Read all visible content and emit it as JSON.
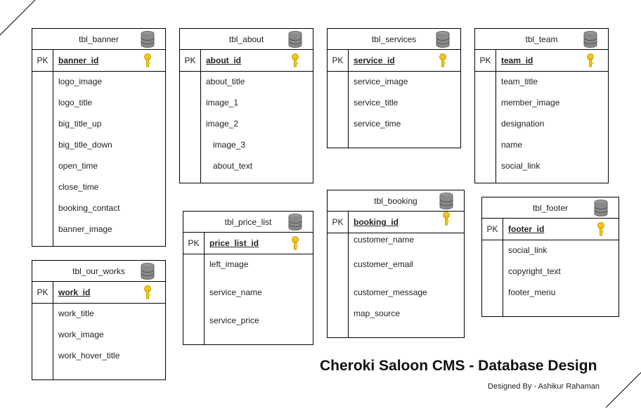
{
  "diagram": {
    "title": "Cheroki Saloon CMS - Database Design",
    "subtitle": "Designed By - Ashikur Rahaman",
    "pk_label": "PK",
    "tables": {
      "banner": {
        "name": "tbl_banner",
        "pk": "banner_id",
        "fields": [
          "logo_image",
          "logo_title",
          "big_title_up",
          "big_title_down",
          "open_time",
          "close_time",
          "booking_contact",
          "banner_image"
        ]
      },
      "about": {
        "name": "tbl_about",
        "pk": "about_id",
        "fields": [
          "about_title",
          "image_1",
          "image_2",
          "image_3",
          "about_text"
        ]
      },
      "services": {
        "name": "tbl_services",
        "pk": "service_id",
        "fields": [
          "service_image",
          "service_title",
          "service_time"
        ]
      },
      "team": {
        "name": "tbl_team",
        "pk": "team_id",
        "fields": [
          "team_title",
          "member_image",
          "designation",
          "name",
          "social_link"
        ]
      },
      "our_works": {
        "name": "tbl_our_works",
        "pk": "work_id",
        "fields": [
          "work_title",
          "work_image",
          "work_hover_title"
        ]
      },
      "price_list": {
        "name": "tbl_price_list",
        "pk": "price_list_id",
        "fields": [
          "left_image",
          "service_name",
          "service_price"
        ]
      },
      "booking": {
        "name": "tbl_booking",
        "pk": "booking_id",
        "fields": [
          "customer_name",
          "customer_email",
          "customer_message",
          "map_source"
        ]
      },
      "footer": {
        "name": "tbl_footer",
        "pk": "footer_id",
        "fields": [
          "social_link",
          "copyright_text",
          "footer_menu"
        ]
      }
    },
    "icons": {
      "table": "database-icon",
      "primary_key": "key-icon"
    },
    "colors": {
      "border": "#000000",
      "key": "#f5c518",
      "db_icon": "#8a8a8a"
    }
  }
}
